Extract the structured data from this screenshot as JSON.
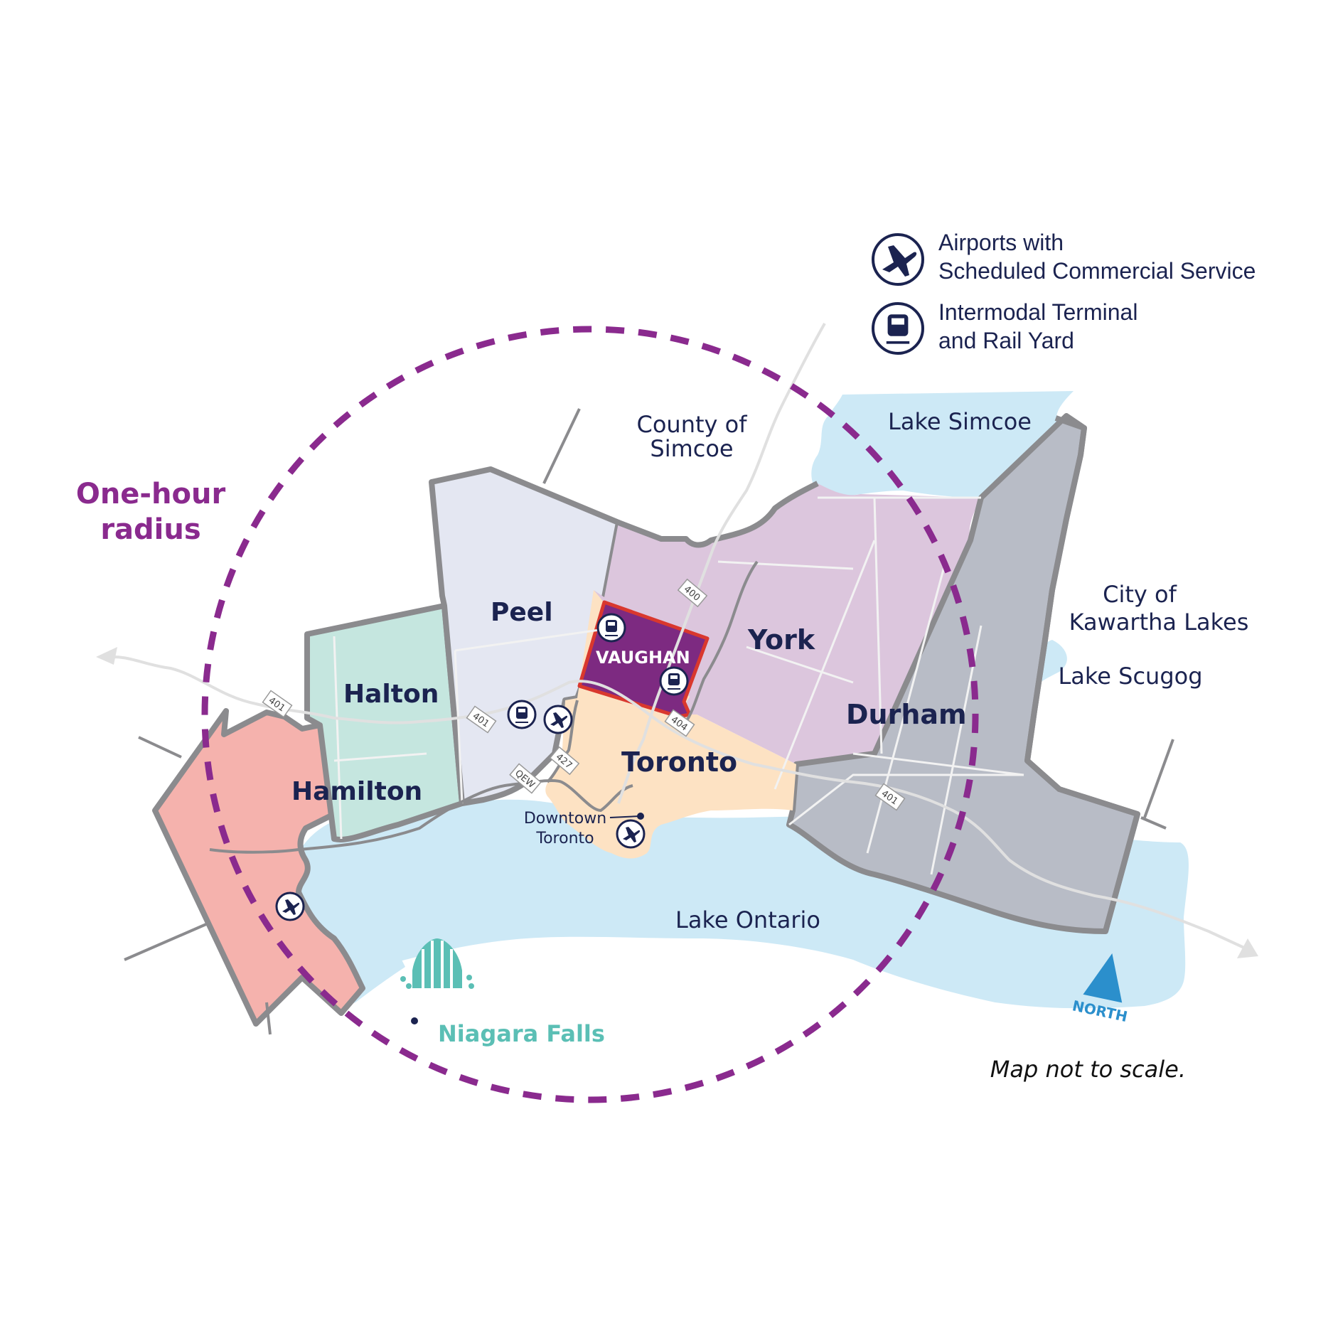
{
  "regions": {
    "hamilton": "Hamilton",
    "halton": "Halton",
    "peel": "Peel",
    "york": "York",
    "toronto": "Toronto",
    "durham": "Durham",
    "vaughan": "VAUGHAN"
  },
  "places": {
    "county_simcoe_line1": "County of",
    "county_simcoe_line2": "Simcoe",
    "kawartha_line1": "City of",
    "kawartha_line2": "Kawartha Lakes",
    "lake_simcoe": "Lake Simcoe",
    "lake_scugog": "Lake Scugog",
    "lake_ontario": "Lake Ontario",
    "niagara_falls": "Niagara Falls",
    "downtown_line1": "Downtown",
    "downtown_line2": "Toronto"
  },
  "radius_label": {
    "line1": "One-hour",
    "line2": "radius"
  },
  "legend": {
    "airport_line1": "Airports with",
    "airport_line2": "Scheduled Commercial Service",
    "rail_line1": "Intermodal Terminal",
    "rail_line2": "and Rail Yard"
  },
  "highways": {
    "h401_west": "401",
    "h401_peel": "401",
    "h401_east": "401",
    "h400": "400",
    "h404": "404",
    "h427": "427",
    "qew": "QEW"
  },
  "north_label": "NORTH",
  "disclaimer": "Map not to scale.",
  "colors": {
    "water": "#cde9f6",
    "hamilton": "#f5b2ad",
    "halton": "#c5e6df",
    "peel": "#e4e7f2",
    "york": "#dcc6dd",
    "toronto": "#fde2c3",
    "durham": "#b8bcc6",
    "vaughan": "#7d2a81",
    "radius": "#8a2a8e",
    "niagara": "#5bbfb5",
    "north": "#2b8fcc",
    "navy": "#1b2350"
  }
}
